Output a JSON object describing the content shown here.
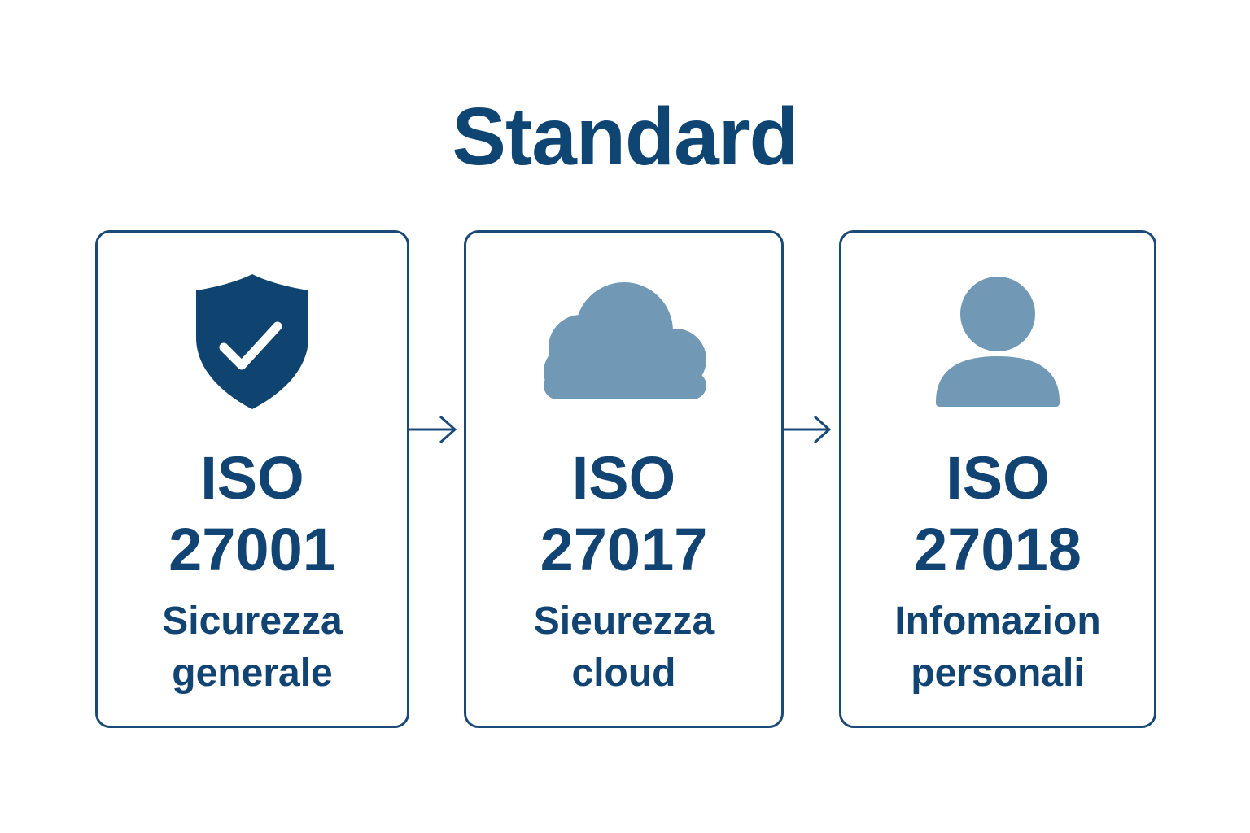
{
  "title": "Standard",
  "colors": {
    "primary": "#124473",
    "icon_light": "#7199b6",
    "border": "#1b4a78"
  },
  "cards": [
    {
      "icon": "shield-check-icon",
      "iso": "ISO",
      "number": "27001",
      "line1": "Sicurezza",
      "line2": "generale"
    },
    {
      "icon": "cloud-icon",
      "iso": "ISO",
      "number": "27017",
      "line1": "Sieurezza",
      "line2": "cloud"
    },
    {
      "icon": "user-icon",
      "iso": "ISO",
      "number": "27018",
      "line1": "Infomazion",
      "line2": "personali"
    }
  ]
}
